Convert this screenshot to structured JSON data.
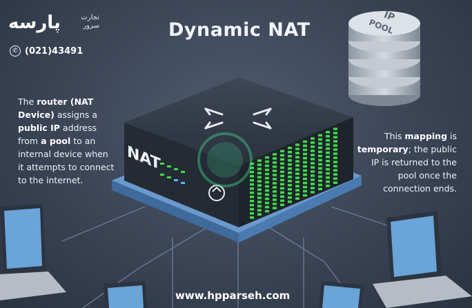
{
  "brand": {
    "logo_text": "پارسه",
    "logo_sub_1": "تجارت",
    "logo_sub_2": "سرور",
    "phone": "(021)43491"
  },
  "title": "Dynamic NAT",
  "left_description": {
    "p1": "The ",
    "b1": "router (NAT Device)",
    "p2": " assigns a ",
    "b2": "public IP",
    "p3": " address from ",
    "b3": "a pool",
    "p4": " to an internal device when it attempts to connect to the internet."
  },
  "right_description": {
    "p1": "This ",
    "b1": "mapping",
    "p2": " is ",
    "b2": "temporary",
    "p3": "; the public IP is returned to the pool once the connection ends."
  },
  "device": {
    "label": "NAT"
  },
  "ip_pool": {
    "label_1": "IP",
    "label_2": "POOL"
  },
  "website": "www.hpparseh.com",
  "colors": {
    "background": "#3a4455",
    "led_green": "#3fdc4a",
    "platform_blue": "#5a8fc7",
    "text": "#eef2f6"
  }
}
